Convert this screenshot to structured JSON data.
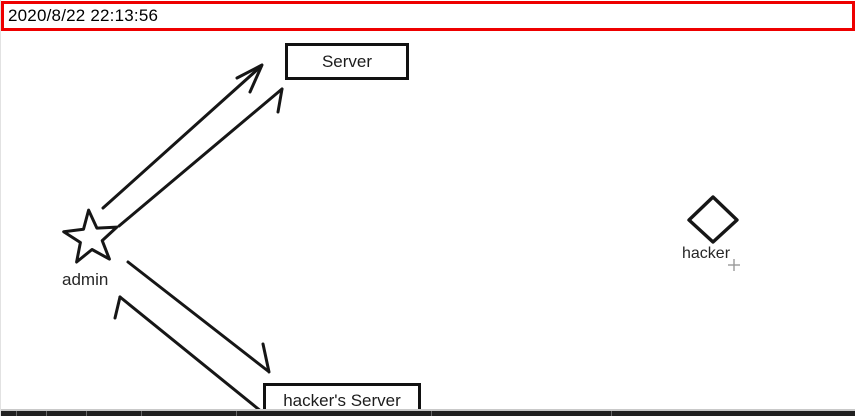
{
  "timestamp": {
    "text": "2020/8/22 22:13:56",
    "border_color": "#ee0000",
    "text_color": "#000000"
  },
  "diagram": {
    "ink_color": "#161616",
    "nodes": {
      "server": {
        "label": "Server",
        "shape": "rectangle"
      },
      "admin": {
        "label": "admin",
        "shape": "star"
      },
      "hacker": {
        "label": "hacker",
        "shape": "diamond"
      },
      "hackers_server": {
        "label": "hacker's Server",
        "shape": "rectangle"
      }
    },
    "edges": [
      {
        "from": "admin",
        "to": "server",
        "arrowhead": "at-server"
      },
      {
        "from": "admin",
        "to": "server",
        "arrowhead": "at-server"
      },
      {
        "from": "admin",
        "to": "hackers_server",
        "arrowhead": "at-hackers-server"
      },
      {
        "from": "hackers_server",
        "to": "admin",
        "arrowhead": "at-admin"
      }
    ]
  },
  "cursor": {
    "type": "crosshair",
    "color": "#9a9a9a"
  },
  "colors": {
    "background": "#ffffff",
    "taskbar_strip": "#202020"
  }
}
